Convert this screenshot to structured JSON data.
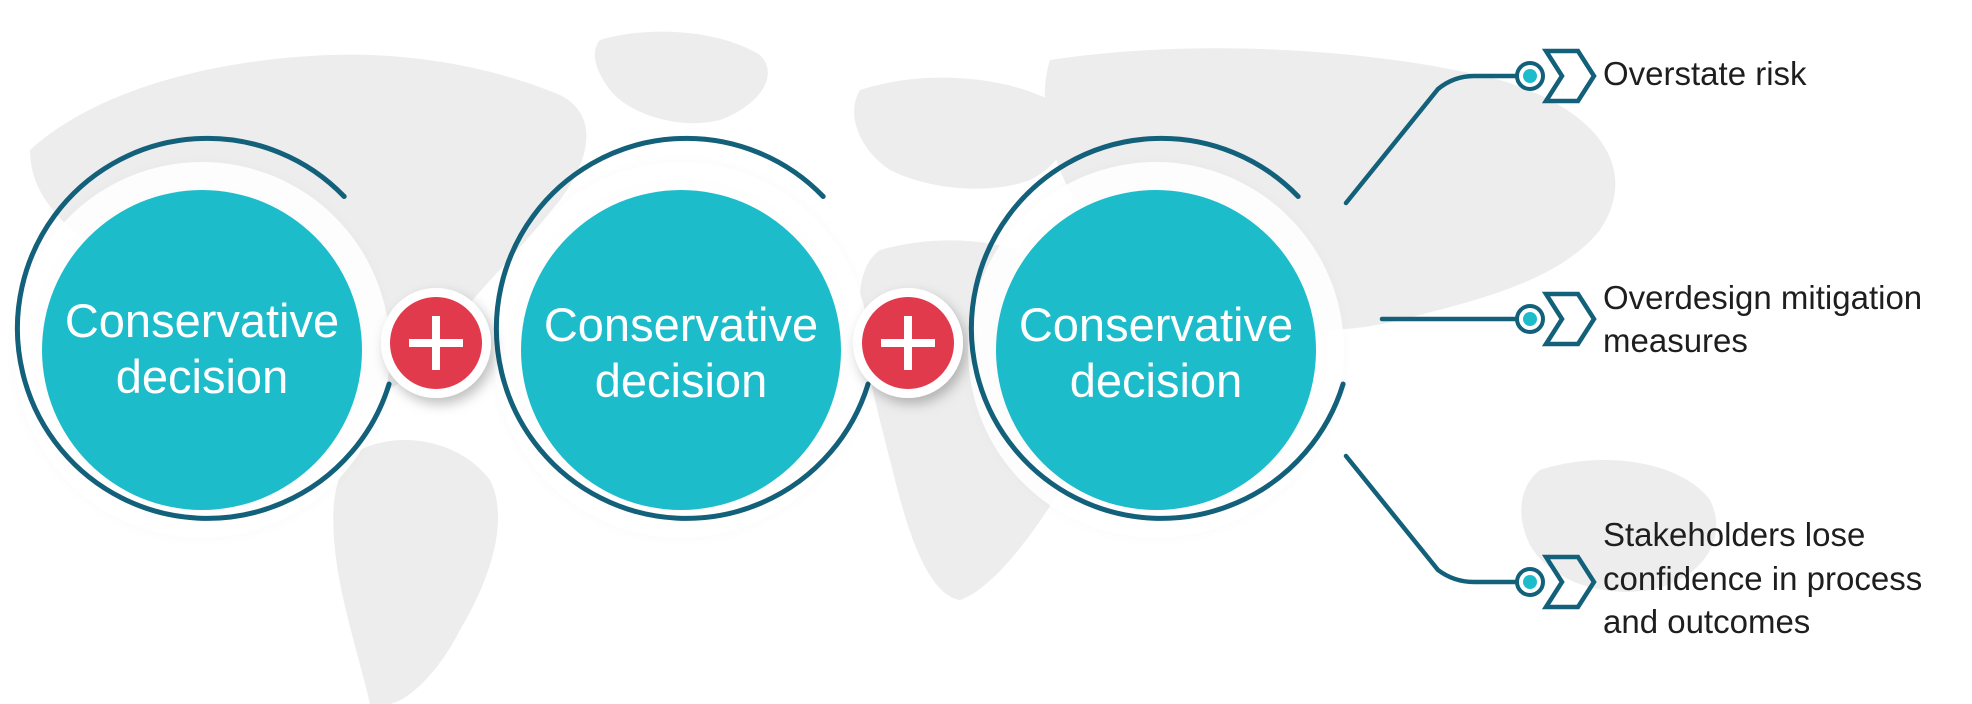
{
  "decisions": [
    {
      "line1": "Conservative",
      "line2": "decision"
    },
    {
      "line1": "Conservative",
      "line2": "decision"
    },
    {
      "line1": "Conservative",
      "line2": "decision"
    }
  ],
  "plus_symbol": "+",
  "outcomes": [
    {
      "lines": [
        "Overstate risk"
      ]
    },
    {
      "lines": [
        "Overdesign mitigation",
        "measures"
      ]
    },
    {
      "lines": [
        "Stakeholders lose",
        "confidence in process",
        "and outcomes"
      ]
    }
  ],
  "colors": {
    "teal_fill": "#1dbccb",
    "ring": "#12607a",
    "plus_red": "#e23a4d",
    "connector": "#12607a",
    "map_gray": "#ececec"
  }
}
